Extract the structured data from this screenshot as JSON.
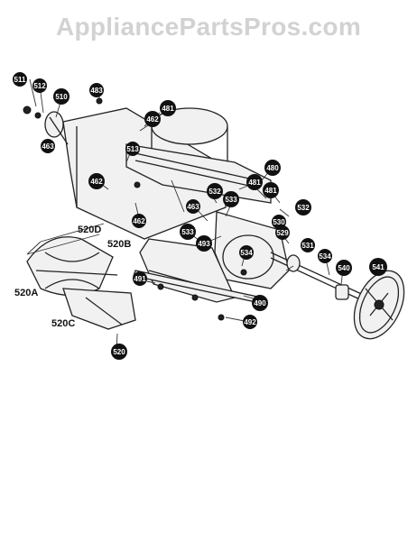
{
  "watermark": "AppliancePartsPros.com",
  "callouts": [
    "511",
    "512",
    "510",
    "483",
    "463",
    "481",
    "462",
    "513",
    "480",
    "462",
    "481",
    "532",
    "533",
    "481",
    "462",
    "463",
    "532",
    "530",
    "529",
    "533",
    "493",
    "531",
    "534",
    "540",
    "541",
    "491",
    "534",
    "490",
    "492",
    "520"
  ],
  "labels": [
    "520D",
    "520B",
    "520A",
    "520C"
  ]
}
